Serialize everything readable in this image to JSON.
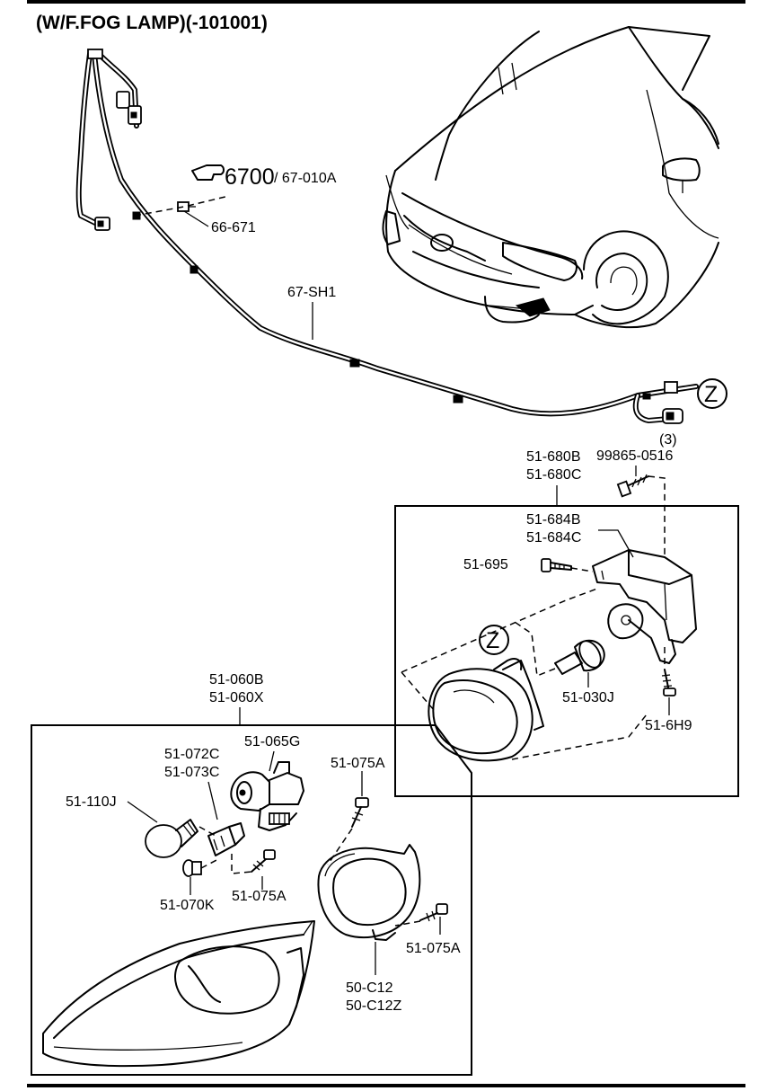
{
  "title": "(W/F.FOG LAMP)(-101001)",
  "labels": {
    "ref_main": "6700",
    "ref_sub": "/ 67-010A",
    "clip": "66-671",
    "harness": "67-SH1",
    "view_z": "Z",
    "bracket_assy_1": "51-680B",
    "bracket_assy_2": "51-680C",
    "screw_part": "99865-0516",
    "screw_qty": "(3)",
    "bracket_1": "51-684B",
    "bracket_2": "51-684C",
    "bolt": "51-695",
    "fog_bulb": "51-030J",
    "fog_screw": "51-6H9",
    "headlamp_1": "51-060B",
    "headlamp_2": "51-060X",
    "socket_1": "51-072C",
    "socket_2": "51-073C",
    "unit": "51-065G",
    "turn_bulb": "51-110J",
    "small_bulb": "51-070K",
    "screw_a1": "51-075A",
    "screw_a2": "51-075A",
    "screw_a3": "51-075A",
    "bezel_1": "50-C12",
    "bezel_2": "50-C12Z"
  },
  "icons": {
    "ref_arrow": "pointing-hand-icon"
  },
  "colors": {
    "line": "#000000",
    "background": "#ffffff"
  }
}
